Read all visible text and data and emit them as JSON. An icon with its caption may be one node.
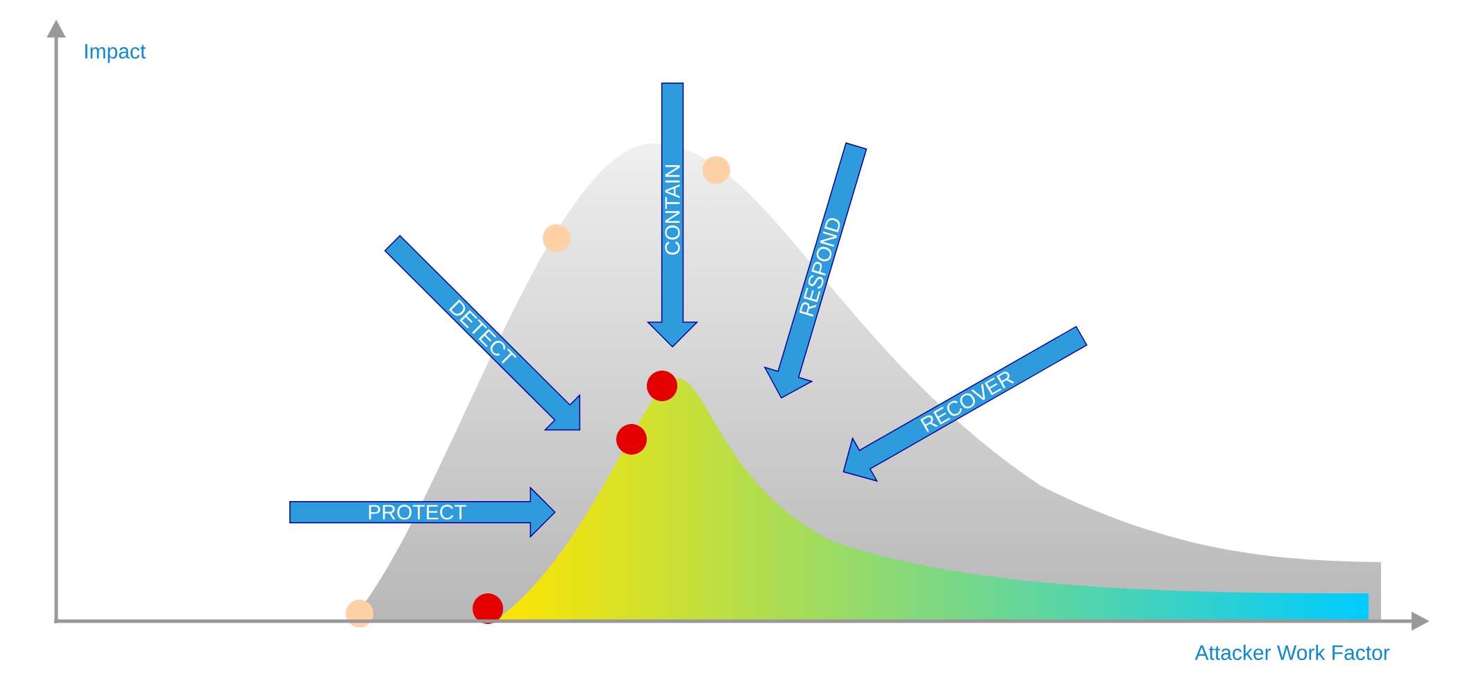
{
  "diagram": {
    "nodes": [
      {
        "text": [
          "DETECT"
        ]
      },
      {
        "text": [
          "CONTAIN"
        ]
      },
      {
        "text": [
          "RESPOND"
        ]
      },
      {
        "text": [
          "RECOVER"
        ]
      },
      {
        "text": [
          "PROTECT"
        ]
      }
    ],
    "labels": [
      "Impact",
      "Attacker Work Factor"
    ]
  }
}
